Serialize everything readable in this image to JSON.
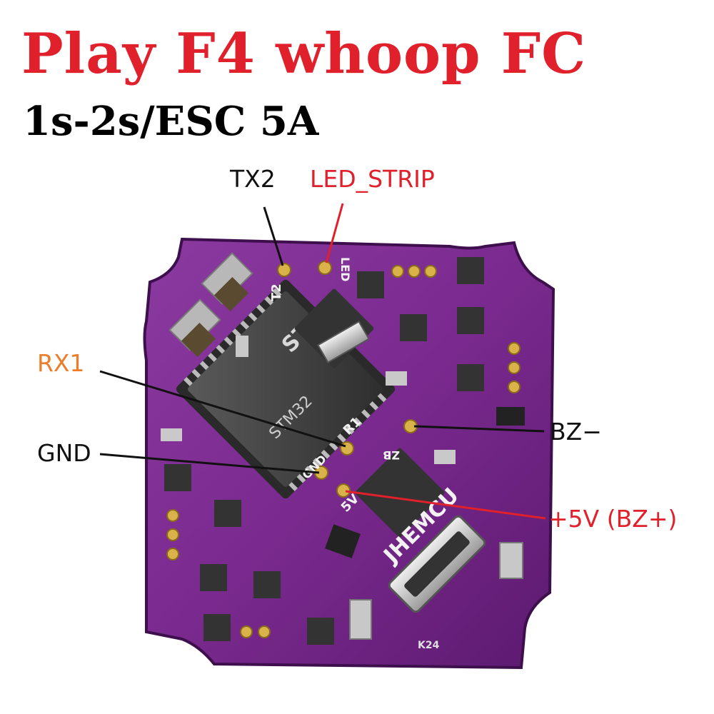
{
  "title": "Play F4 whoop FC",
  "subtitle": "1s-2s/ESC 5A",
  "colors": {
    "title": "#e0202b",
    "label_orange": "#ec7d2b",
    "label_red": "#e0202b",
    "label_black": "#111111",
    "board_purple": "#7a2a8e",
    "board_dark": "#4e1660",
    "chip": "#3a3a3a",
    "pad": "#d9b24a",
    "connector": "#c9c9c9"
  },
  "labels": {
    "tx2": "TX2",
    "led_strip": "LED_STRIP",
    "rx1": "RX1",
    "gnd": "GND",
    "bz_minus": "BZ−",
    "bz_plus": "+5V (BZ+)"
  },
  "board_text": {
    "chip_brand": "ST",
    "chip_model": "STM32",
    "maker": "JHEMCU",
    "silk_r1": "R1",
    "silk_t2": "T2",
    "silk_gnd": "GND",
    "silk_led": "LED",
    "silk_5v": "5V",
    "silk_zb": "ZB",
    "silk_part": "K24"
  }
}
